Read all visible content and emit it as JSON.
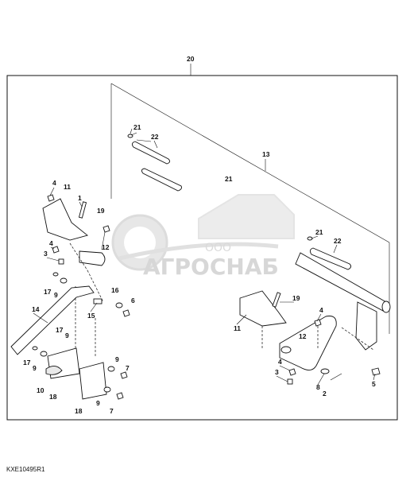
{
  "figure_code": "KXE10495R1",
  "callouts": {
    "c20": "20",
    "c13": "13",
    "c21a": "21",
    "c22a": "22",
    "c21b": "21",
    "c21c": "21",
    "c22b": "22",
    "c4a": "4",
    "c11a": "11",
    "c1": "1",
    "c19a": "19",
    "c12a": "12",
    "c4b": "4",
    "c3a": "3",
    "c17a": "17",
    "c9a": "9",
    "c16": "16",
    "c6": "6",
    "c15": "15",
    "c14": "14",
    "c17b": "17",
    "c9b": "9",
    "c17c": "17",
    "c9c": "9",
    "c10": "10",
    "c18a": "18",
    "c18b": "18",
    "c9d": "9",
    "c7a": "7",
    "c9e": "9",
    "c7b": "7",
    "c19b": "19",
    "c11b": "11",
    "c4c": "4",
    "c12b": "12",
    "c4d": "4",
    "c3b": "3",
    "c8": "8",
    "c2": "2",
    "c5": "5"
  },
  "watermark": {
    "company_prefix": "ООО",
    "company_name": "АГРОСНАБ",
    "color": "#c8c8c8"
  }
}
